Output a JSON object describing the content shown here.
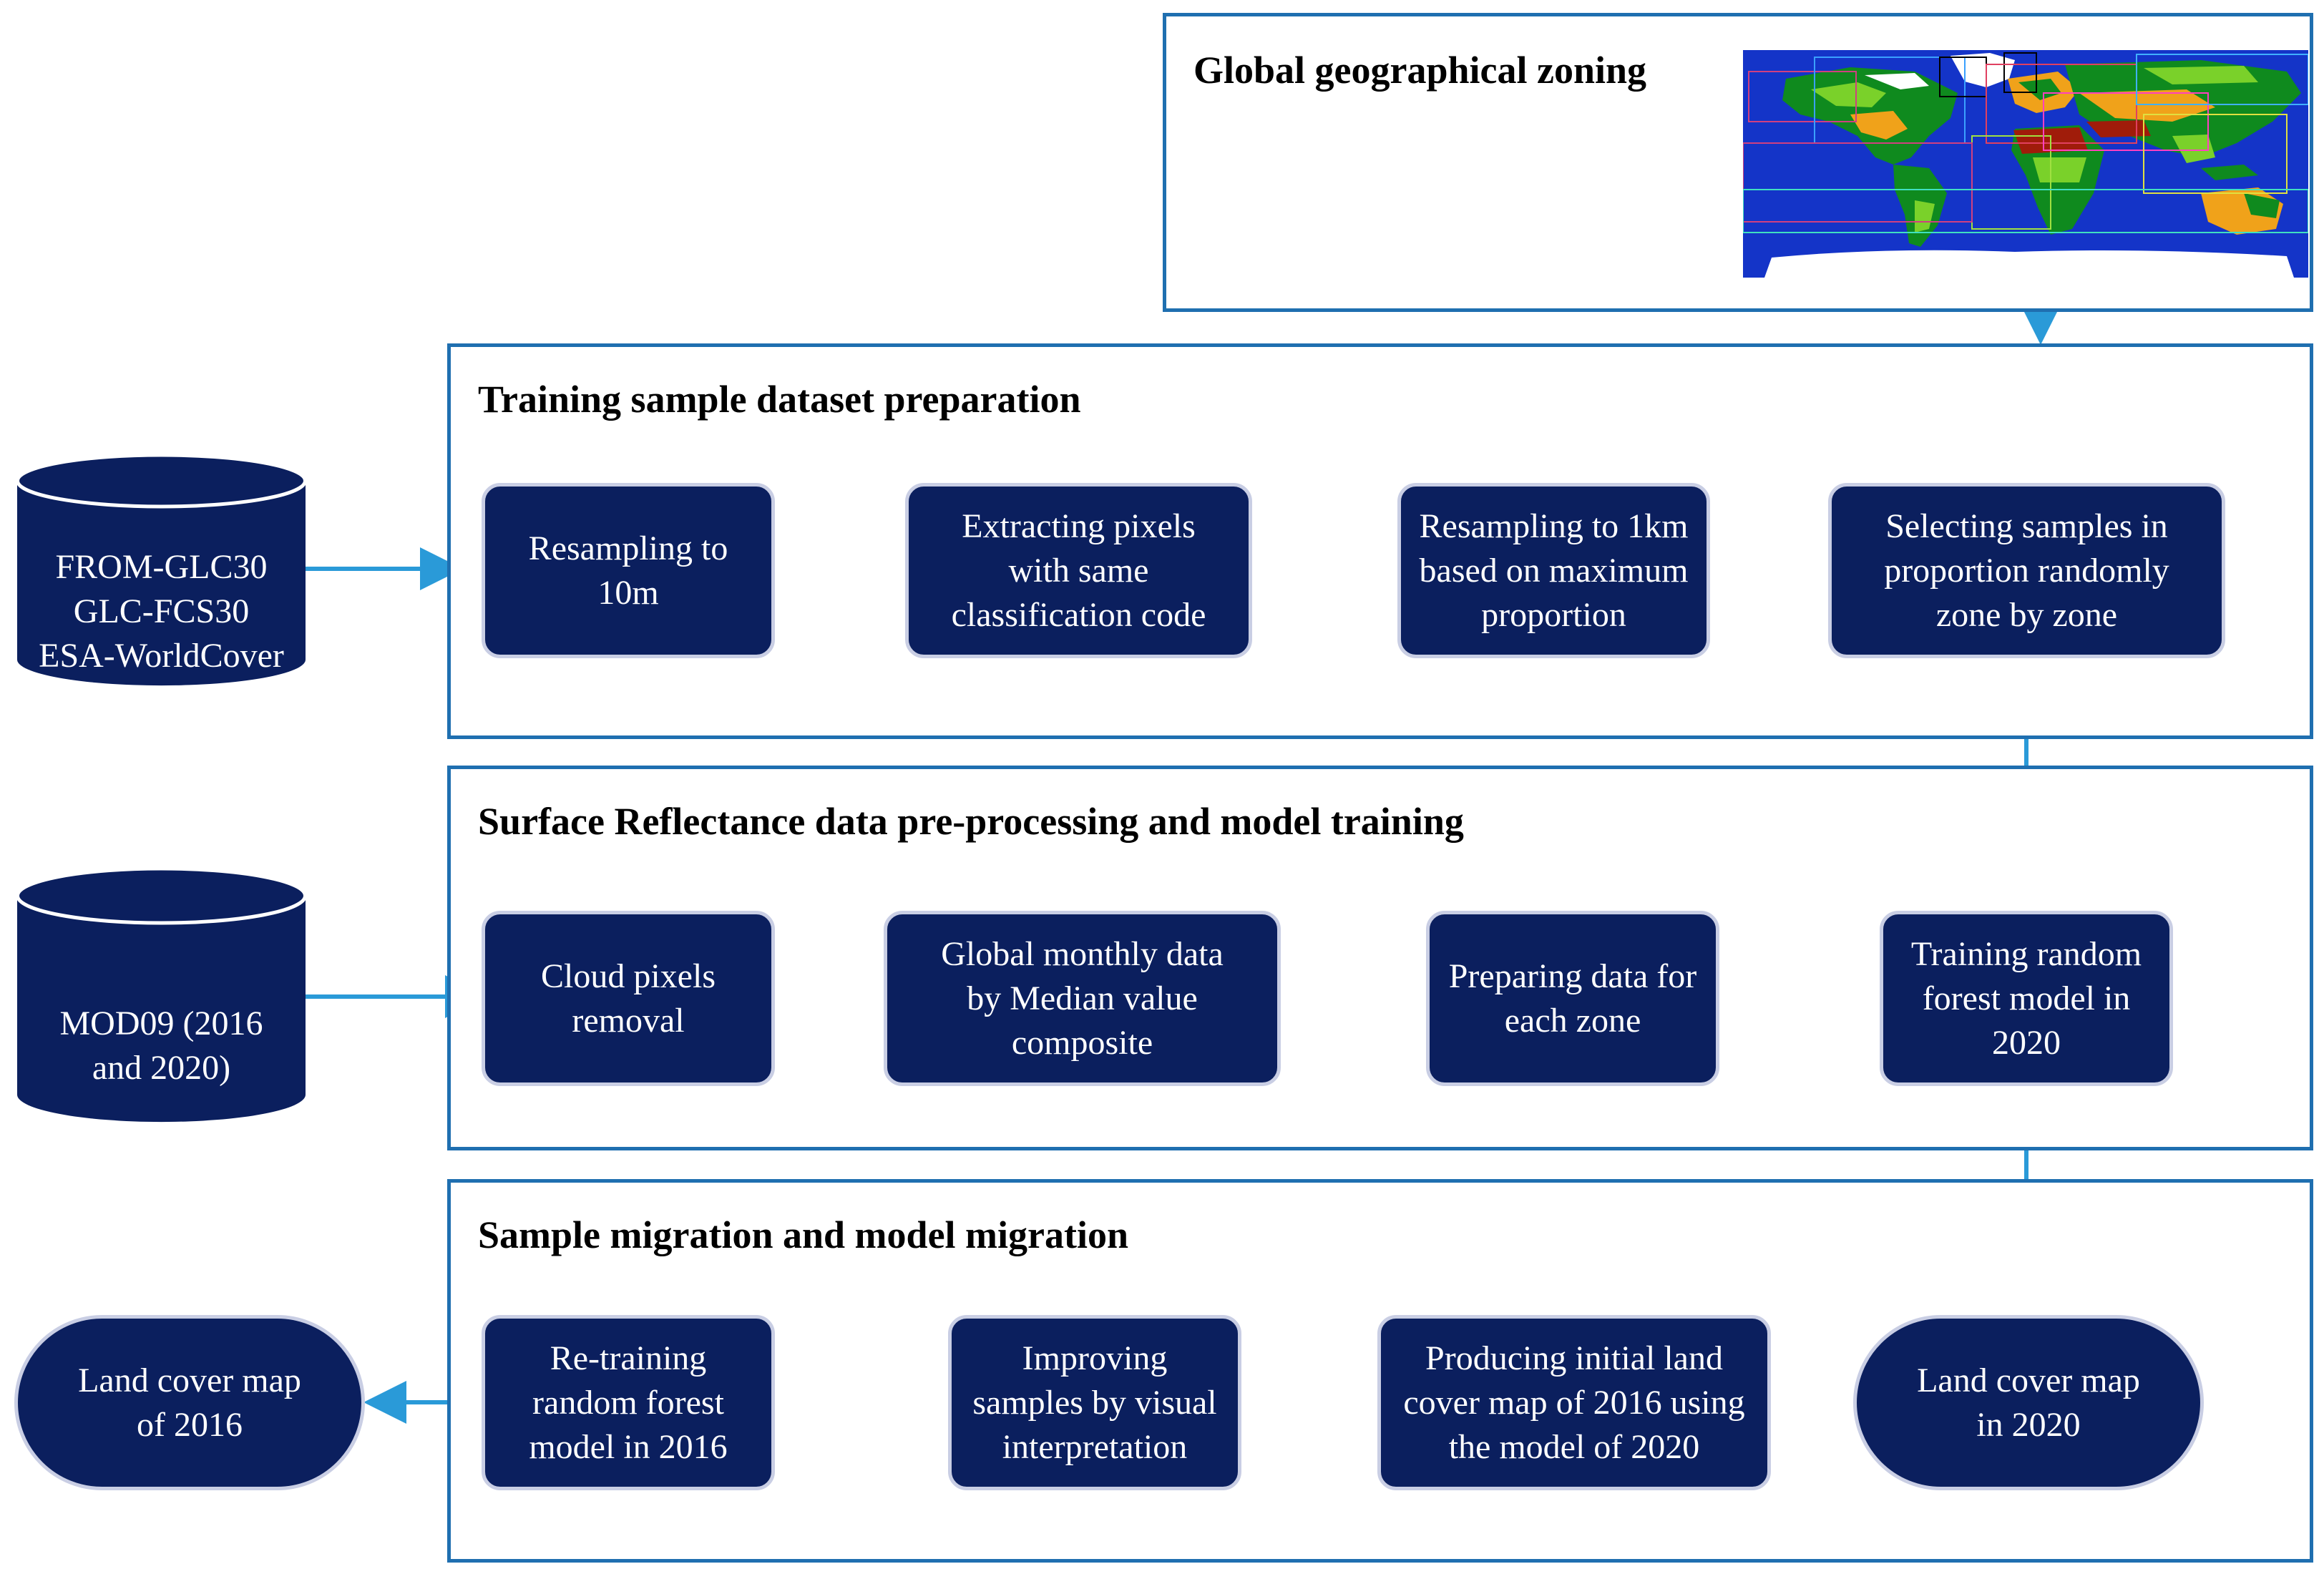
{
  "panels": {
    "zoning": {
      "title": "Global geographical zoning"
    },
    "training": {
      "title": "Training sample dataset preparation"
    },
    "surface": {
      "title": "Surface Reflectance data pre-processing and model training"
    },
    "migration": {
      "title": "Sample migration and model migration"
    }
  },
  "databases": {
    "landcover": {
      "lines": [
        "FROM-GLC30",
        "GLC-FCS30",
        "ESA-WorldCover"
      ]
    },
    "mod09": {
      "lines": [
        "MOD09 (2016",
        "and 2020)"
      ]
    }
  },
  "training_steps": [
    {
      "lines": [
        "Resampling to",
        "10m"
      ]
    },
    {
      "lines": [
        "Extracting pixels",
        "with same",
        "classification code"
      ]
    },
    {
      "lines": [
        "Resampling to 1km",
        "based on maximum",
        "proportion"
      ]
    },
    {
      "lines": [
        "Selecting samples in",
        "proportion randomly",
        "zone by zone"
      ]
    }
  ],
  "surface_steps": [
    {
      "lines": [
        "Cloud pixels",
        "removal"
      ]
    },
    {
      "lines": [
        "Global monthly data",
        "by Median value",
        "composite"
      ]
    },
    {
      "lines": [
        "Preparing data for",
        "each zone"
      ]
    },
    {
      "lines": [
        "Training random",
        "forest model in",
        "2020"
      ]
    }
  ],
  "migration_steps": [
    {
      "lines": [
        "Land cover map",
        "in 2020"
      ]
    },
    {
      "lines": [
        "Producing initial land",
        "cover map of 2016 using",
        "the model of 2020"
      ]
    },
    {
      "lines": [
        "Improving",
        "samples by visual",
        "interpretation"
      ]
    },
    {
      "lines": [
        "Re-training",
        "random forest",
        "model in 2016"
      ]
    },
    {
      "lines": [
        "Land cover map",
        "of 2016"
      ]
    }
  ],
  "colors": {
    "panel_border": "#1f6fb0",
    "arrow": "#2a9ad8",
    "box_fill": "#0b1f5e",
    "box_stroke": "#c9cee4",
    "ocean": "#1434c8",
    "forest": "#0f8a1e",
    "grass": "#7ad12a",
    "crop": "#f0a21a",
    "desert": "#a01c0a",
    "ice": "#ffffff"
  }
}
